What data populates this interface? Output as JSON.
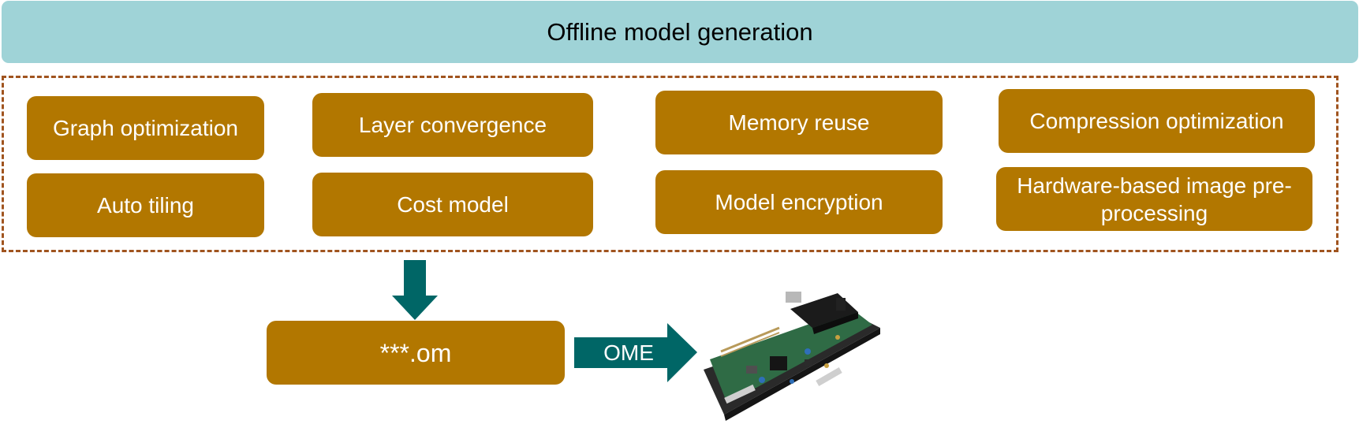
{
  "header": {
    "title": "Offline model generation"
  },
  "modules": [
    {
      "label": "Graph optimization"
    },
    {
      "label": "Layer convergence"
    },
    {
      "label": "Memory reuse"
    },
    {
      "label": "Compression optimization"
    },
    {
      "label": "Auto tiling"
    },
    {
      "label": "Cost model"
    },
    {
      "label": "Model encryption"
    },
    {
      "label": "Hardware-based image pre-processing"
    }
  ],
  "output": {
    "file_label": "***.om"
  },
  "transfer": {
    "label": "OME"
  },
  "device": {
    "image": "development-board-photo"
  },
  "colors": {
    "header": "#9fd3d7",
    "module": "#b27700",
    "dashed_border": "#a0541f",
    "arrow": "#006666"
  }
}
